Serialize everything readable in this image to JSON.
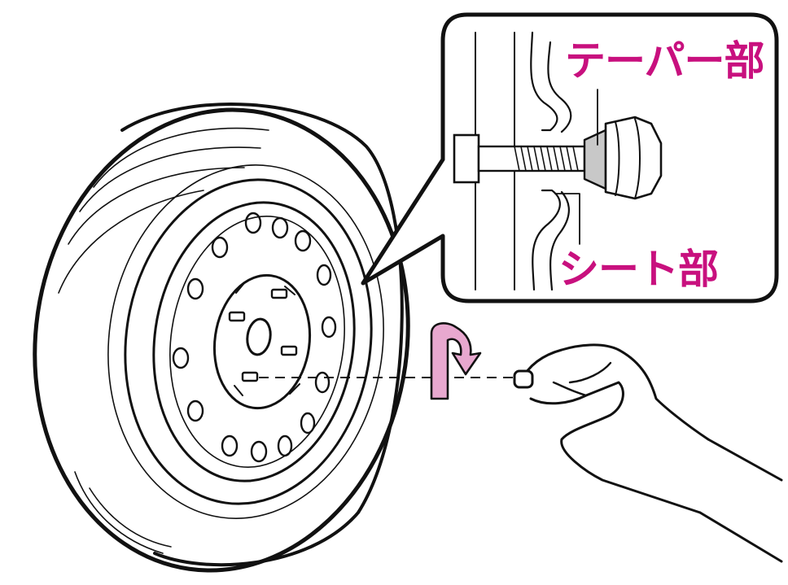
{
  "callout": {
    "taper_label": "テーパー部",
    "seat_label": "シート部"
  },
  "colors": {
    "label": "#c8107e",
    "rotation_arrow": "#e8a8cf",
    "taper_highlight": "#c8c8c8",
    "outline": "#111111"
  },
  "icons": {
    "rotation": "clockwise-curved-arrow"
  }
}
